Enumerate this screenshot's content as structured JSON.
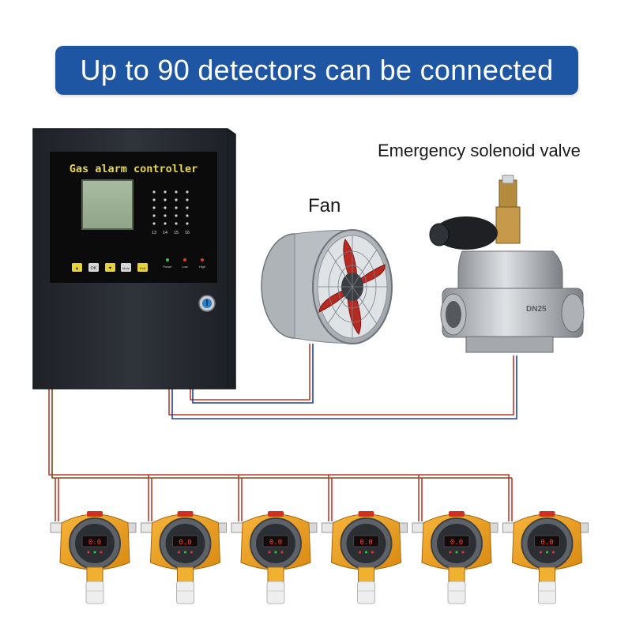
{
  "banner": {
    "text": "Up to 90 detectors can be connected"
  },
  "controller": {
    "title": "Gas alarm controller",
    "channels": [
      "13",
      "14",
      "15",
      "16"
    ],
    "buttons": [
      "▲",
      "OK",
      "▼",
      "Mute",
      "Exit"
    ],
    "indicators": [
      "Power",
      "Low",
      "High"
    ]
  },
  "fan": {
    "label": "Fan"
  },
  "valve": {
    "label": "Emergency solenoid valve",
    "brand": "DN25"
  },
  "detectors": [
    {
      "id": "detector-1",
      "reading": "0.0"
    },
    {
      "id": "detector-2",
      "reading": "0.0"
    },
    {
      "id": "detector-3",
      "reading": "0.0"
    },
    {
      "id": "detector-4",
      "reading": "0.0"
    },
    {
      "id": "detector-5",
      "reading": "0.0"
    },
    {
      "id": "detector-6",
      "reading": "0.0"
    }
  ],
  "colors": {
    "banner": "#1f56a3",
    "controller_body": "#2a2d33",
    "wire_red": "#c0392b",
    "wire_blue": "#2040a0",
    "detector_orange": "#f0a020"
  }
}
